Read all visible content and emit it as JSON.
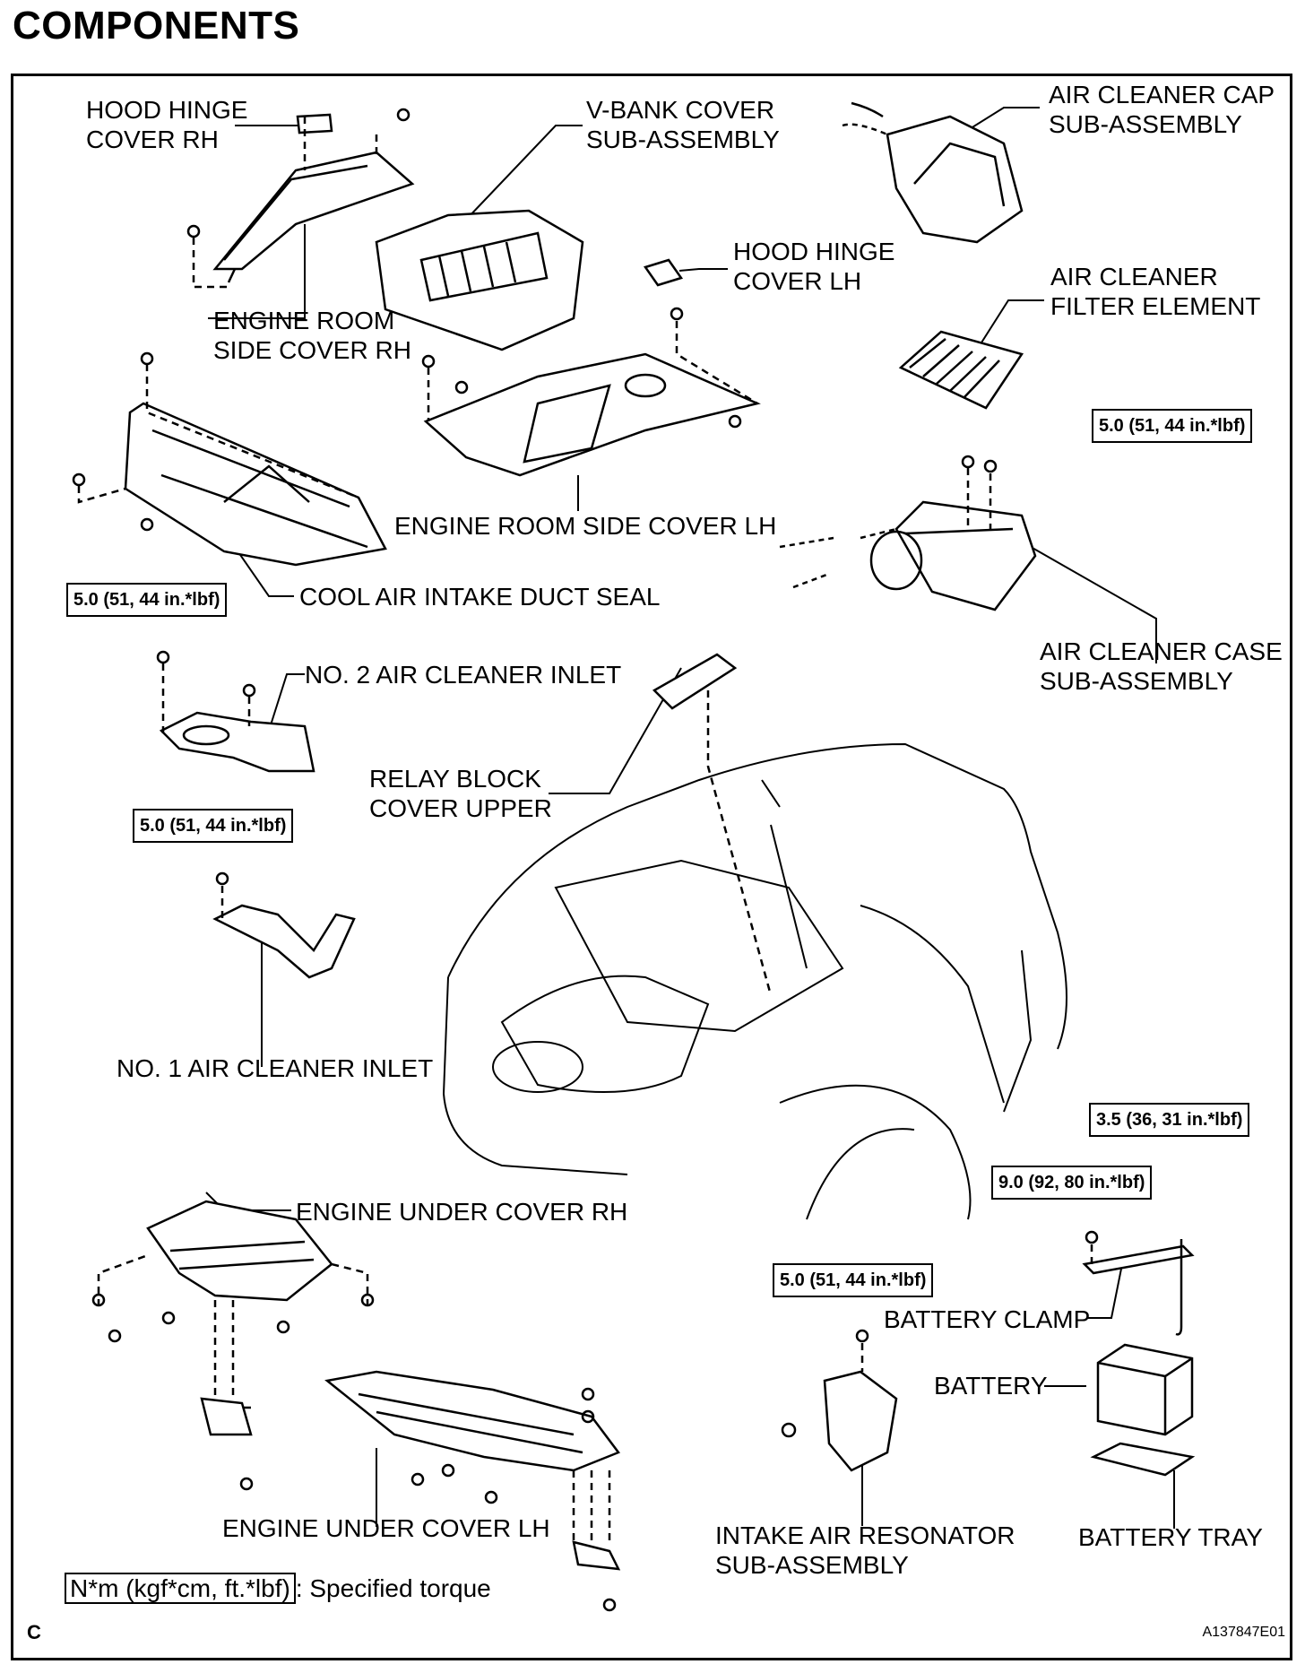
{
  "title": "COMPONENTS",
  "labels": {
    "hood_hinge_cover_rh": [
      "HOOD HINGE",
      "COVER RH"
    ],
    "v_bank_cover": [
      "V-BANK COVER",
      "SUB-ASSEMBLY"
    ],
    "air_cleaner_cap": [
      "AIR CLEANER CAP",
      "SUB-ASSEMBLY"
    ],
    "hood_hinge_cover_lh": [
      "HOOD HINGE",
      "COVER LH"
    ],
    "engine_room_side_cover_rh": [
      "ENGINE ROOM",
      "SIDE COVER RH"
    ],
    "air_cleaner_filter": [
      "AIR CLEANER",
      "FILTER ELEMENT"
    ],
    "engine_room_side_cover_lh": "ENGINE ROOM SIDE COVER LH",
    "cool_air_intake_duct_seal": "COOL AIR INTAKE DUCT SEAL",
    "no2_air_cleaner_inlet": "NO. 2 AIR CLEANER INLET",
    "air_cleaner_case": [
      "AIR CLEANER CASE",
      "SUB-ASSEMBLY"
    ],
    "relay_block_cover_upper": [
      "RELAY BLOCK",
      "COVER UPPER"
    ],
    "no1_air_cleaner_inlet": "NO. 1 AIR CLEANER INLET",
    "engine_under_cover_rh": "ENGINE UNDER COVER RH",
    "battery_clamp": "BATTERY CLAMP",
    "battery": "BATTERY",
    "engine_under_cover_lh": "ENGINE UNDER COVER LH",
    "intake_air_resonator": [
      "INTAKE AIR RESONATOR",
      "SUB-ASSEMBLY"
    ],
    "battery_tray": "BATTERY TRAY"
  },
  "torques": {
    "air_cleaner_case": "5.0 (51, 44 in.*lbf)",
    "no2_inlet": "5.0 (51, 44 in.*lbf)",
    "no1_inlet": "5.0 (51, 44 in.*lbf)",
    "battery_hold_rod": "3.5 (36, 31 in.*lbf)",
    "battery_clamp": "9.0 (92, 80 in.*lbf)",
    "resonator": "5.0 (51, 44 in.*lbf)"
  },
  "legend": {
    "unit": "N*m (kgf*cm, ft.*lbf)",
    "text": ": Specified torque"
  },
  "footer": {
    "left_code": "C",
    "figure_id": "A137847E01"
  }
}
